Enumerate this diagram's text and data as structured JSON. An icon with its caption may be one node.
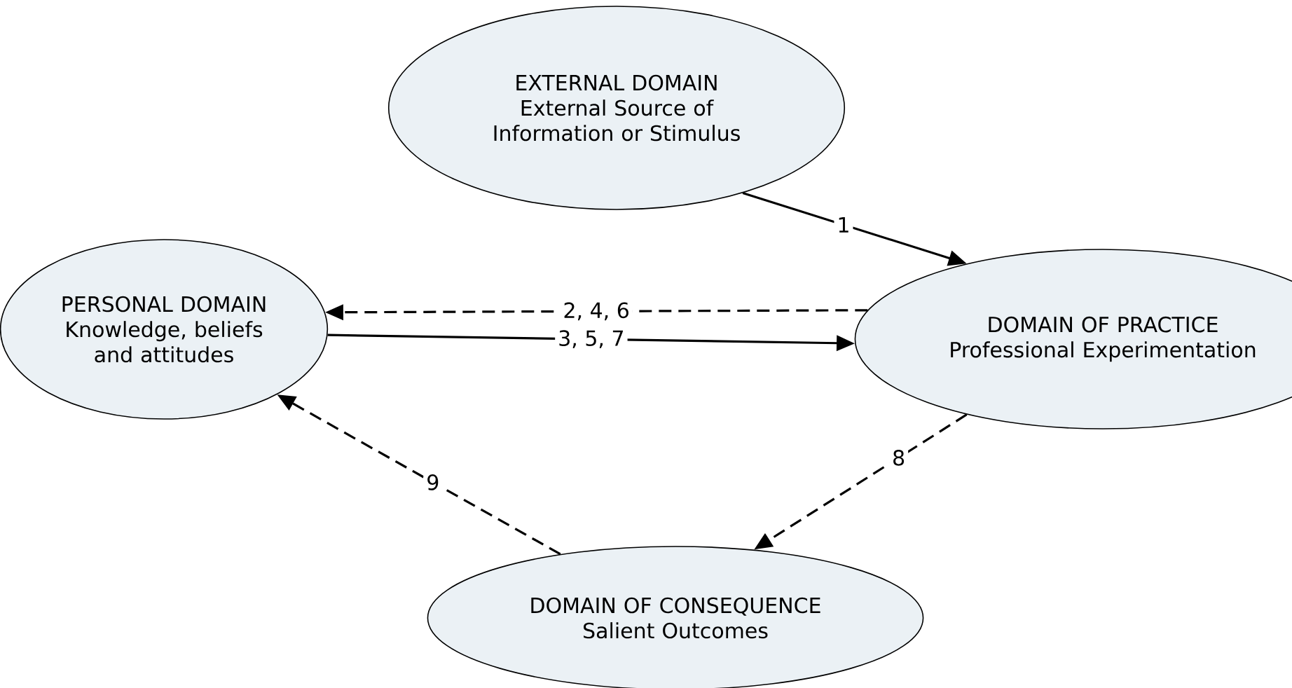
{
  "diagram": {
    "nodes": [
      {
        "text": [
          "EXTERNAL DOMAIN",
          "External Source of Information or Stimulus"
        ]
      },
      {
        "text": [
          "PERSONAL DOMAIN",
          "Knowledge, beliefs and attitudes"
        ]
      },
      {
        "text": [
          "DOMAIN OF PRACTICE",
          "Professional Experimentation"
        ]
      },
      {
        "text": [
          "DOMAIN OF CONSEQUENCE",
          "Salient Outcomes"
        ]
      }
    ],
    "edges": [
      {
        "from": 0,
        "to": 2,
        "arrow": "to",
        "label": "1"
      },
      {
        "from": 2,
        "to": 1,
        "arrow": "to",
        "label": "2, 4, 6",
        "style": "dashed"
      },
      {
        "from": 1,
        "to": 2,
        "arrow": "to",
        "label": "3, 5, 7"
      },
      {
        "from": 2,
        "to": 3,
        "arrow": "to",
        "label": "8",
        "style": "dashed"
      },
      {
        "from": 3,
        "to": 1,
        "arrow": "to",
        "label": "9",
        "style": "dashed"
      }
    ]
  }
}
